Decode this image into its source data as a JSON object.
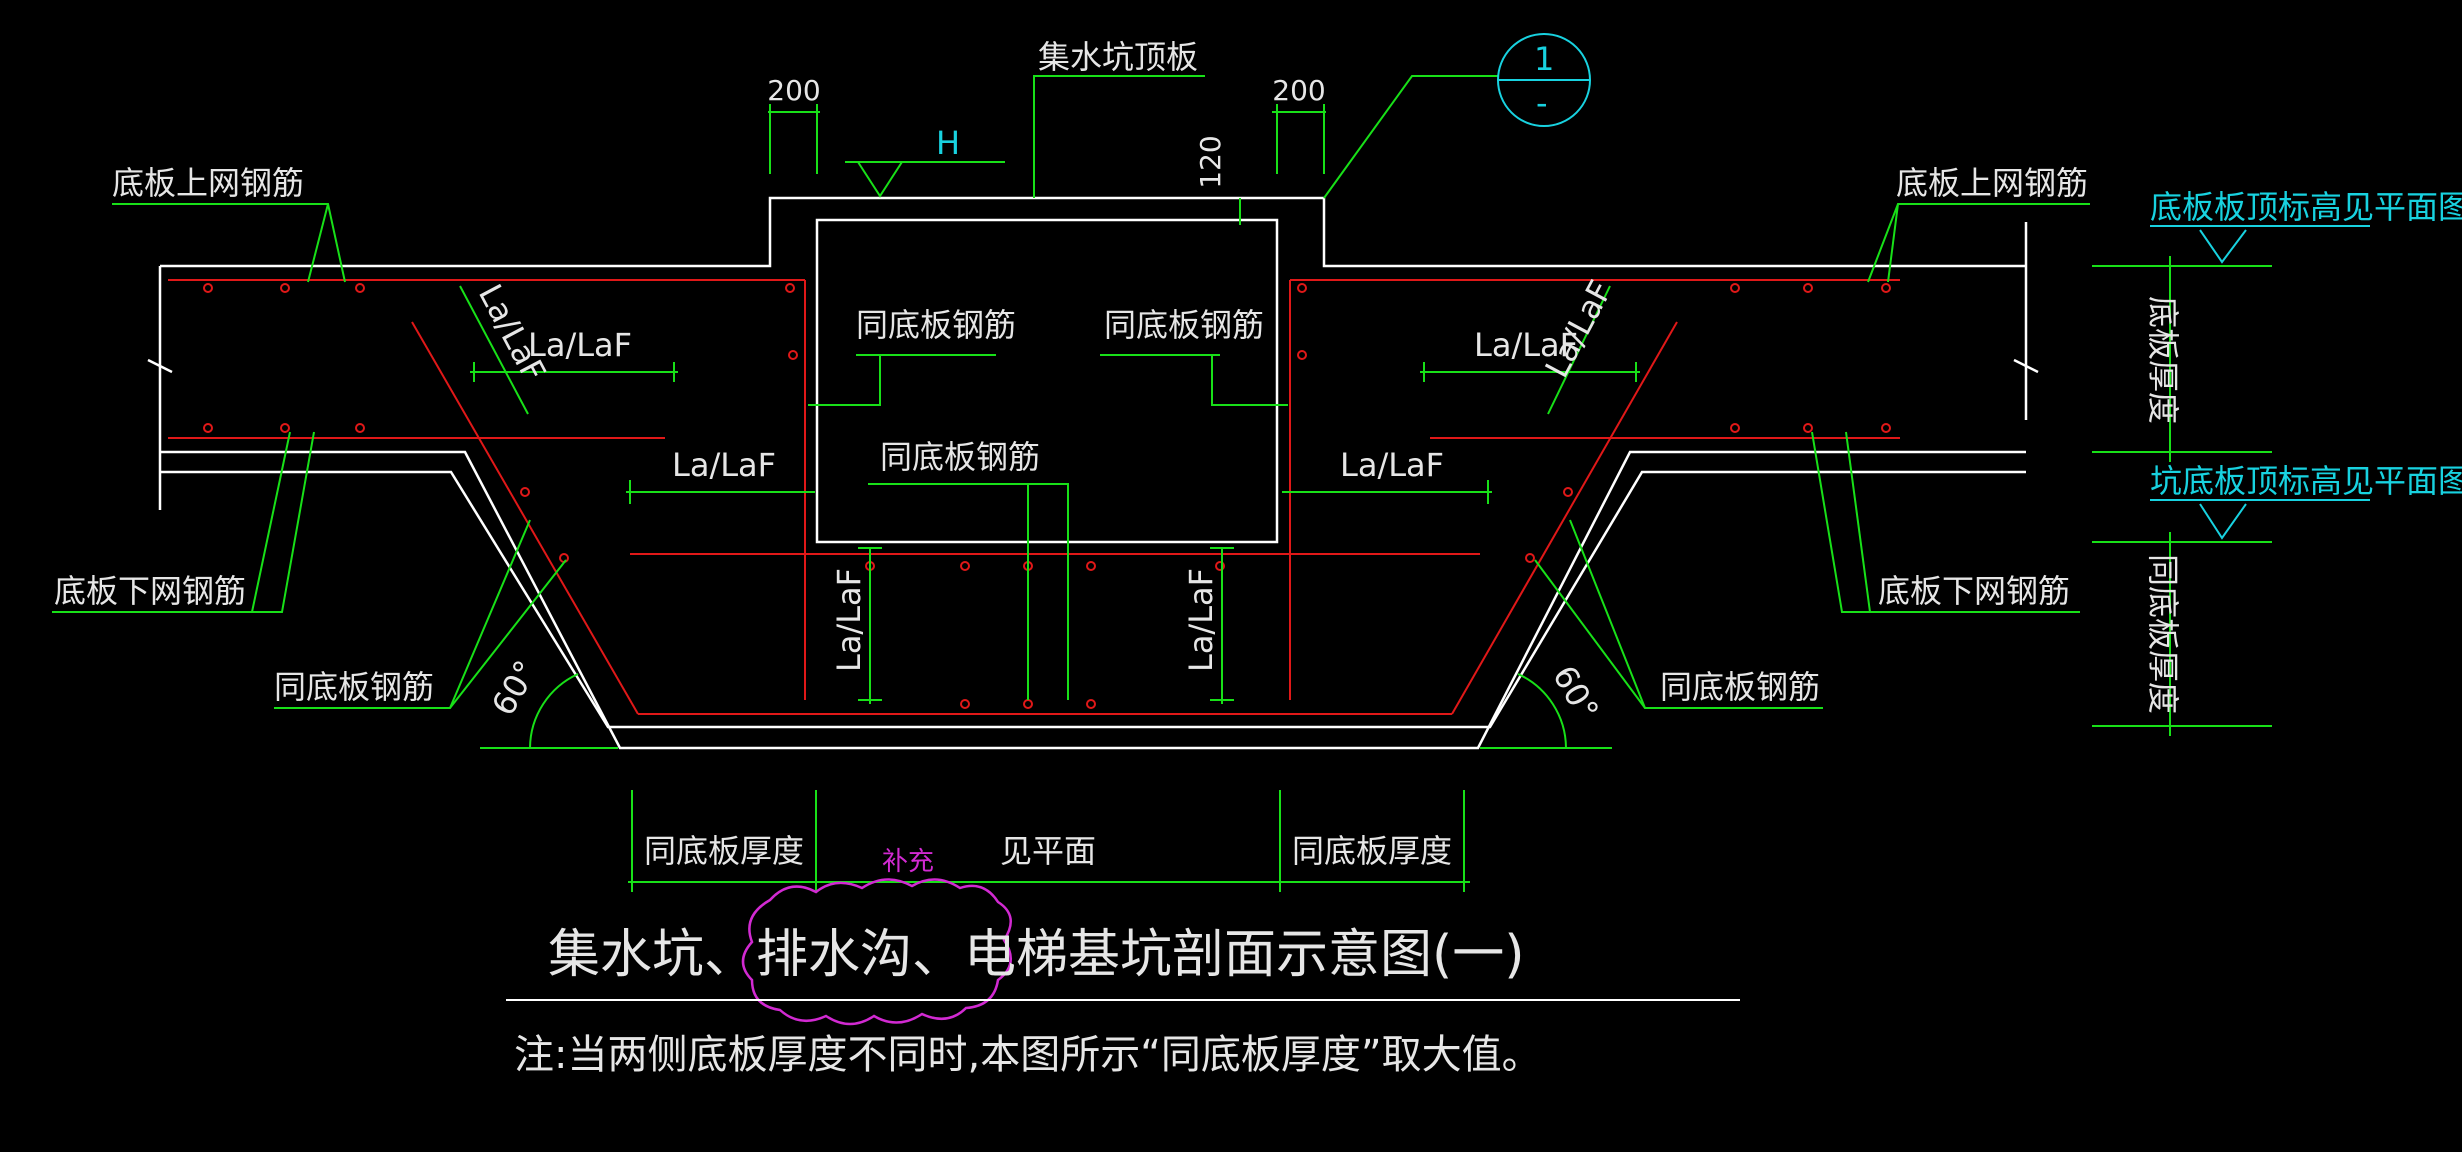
{
  "labels": {
    "pit_cover": "集水坑顶板",
    "top_mesh_left": "底板上网钢筋",
    "top_mesh_right": "底板上网钢筋",
    "bottom_mesh_left": "底板下网钢筋",
    "bottom_mesh_right": "底板下网钢筋",
    "same_rebar_1": "同底板钢筋",
    "same_rebar_2": "同底板钢筋",
    "same_rebar_3": "同底板钢筋",
    "same_rebar_left": "同底板钢筋",
    "same_rebar_right": "同底板钢筋",
    "h_mark": "H",
    "slab_top_elev": "底板板顶标高见平面图",
    "pit_bottom_elev": "坑底板顶标高见平面图",
    "slab_thickness": "底板厚度",
    "same_slab_thickness_v": "同底板厚度",
    "same_slab_thickness_l": "同底板厚度",
    "same_slab_thickness_r": "同底板厚度",
    "see_plan": "见平面",
    "supplement": "补充",
    "section_ref_top": "1",
    "section_ref_bottom": "-"
  },
  "dimensions": {
    "dim_200_left": "200",
    "dim_200_right": "200",
    "dim_120": "120",
    "angle_left": "60°",
    "angle_right": "60°"
  },
  "anchorage": {
    "la_1": "La/LaF",
    "la_2": "La/LaF",
    "la_3": "La/LaF",
    "la_4": "La/LaF",
    "la_5": "La/LaF",
    "la_6": "La/LaF",
    "la_7": "La/LaF",
    "la_8": "La/LaF"
  },
  "title": "集水坑、排水沟、电梯基坑剖面示意图(一)",
  "note": "注:当两侧底板厚度不同时,本图所示“同底板厚度”取大值。",
  "colors": {
    "background": "#000000",
    "outline": "#ffffff",
    "rebar": "#e01818",
    "leader": "#18e018",
    "elevation": "#18d2e0",
    "revision": "#d22ad2"
  }
}
